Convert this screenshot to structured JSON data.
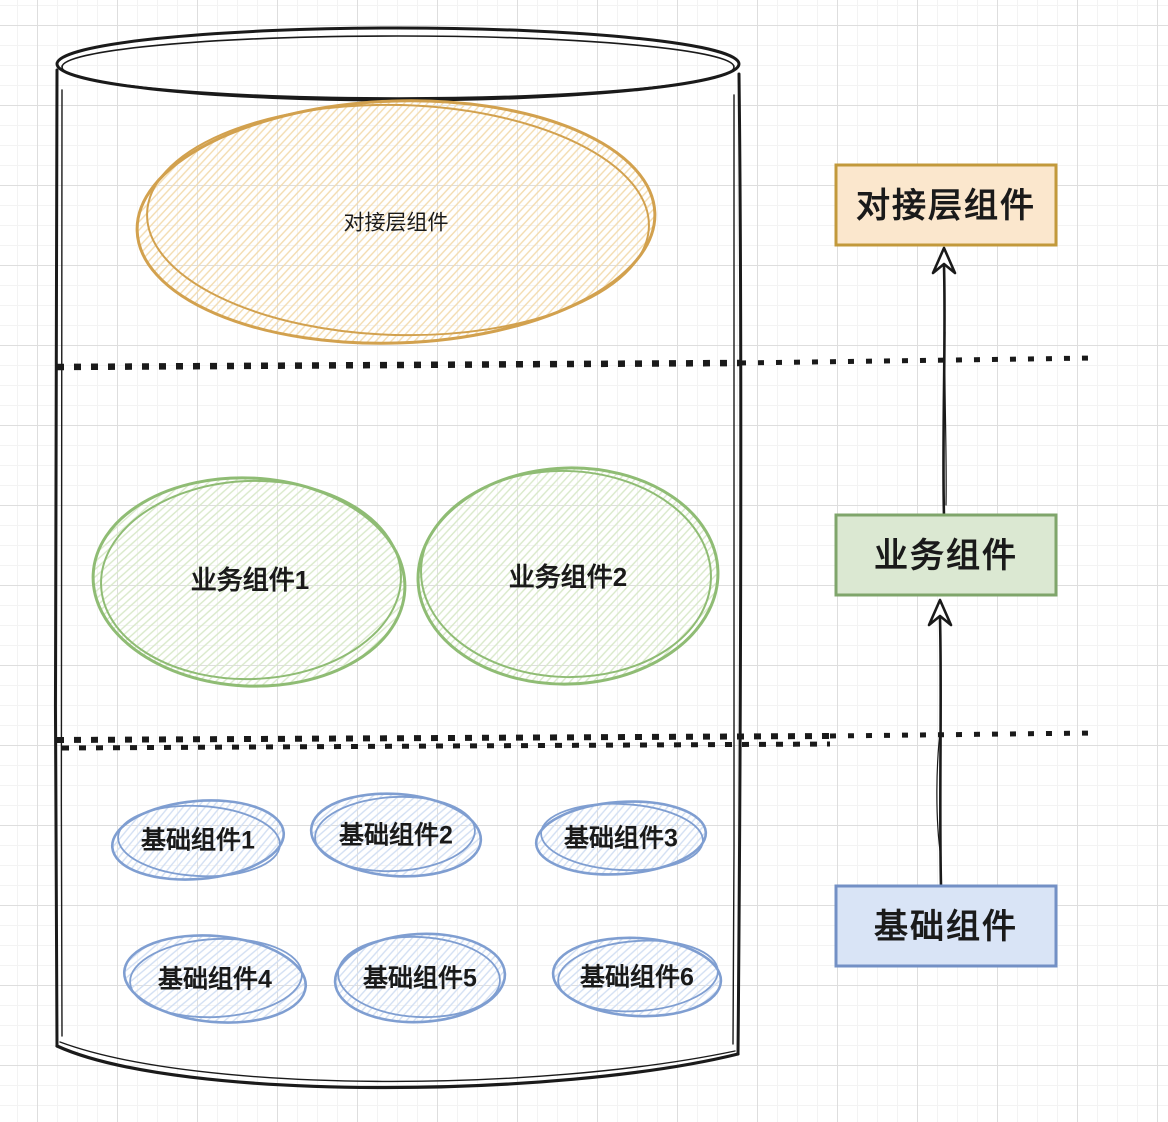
{
  "diagram": {
    "type": "hand-drawn layered architecture cylinder",
    "ink_color": "#1a1a1a",
    "separator_style": "dotted"
  },
  "cylinder": {
    "docking": {
      "label": "对接层组件",
      "stroke": "#D2A14E",
      "hatch": "#F3DCB0"
    },
    "business": {
      "stroke": "#8FBC74",
      "hatch": "#D9E9CA",
      "items": [
        {
          "label": "业务组件1"
        },
        {
          "label": "业务组件2"
        }
      ]
    },
    "base": {
      "stroke": "#7F9ED1",
      "hatch": "#D2DFF3",
      "items": [
        {
          "label": "基础组件1"
        },
        {
          "label": "基础组件2"
        },
        {
          "label": "基础组件3"
        },
        {
          "label": "基础组件4"
        },
        {
          "label": "基础组件5"
        },
        {
          "label": "基础组件6"
        }
      ]
    }
  },
  "legend": {
    "docking": {
      "label": "对接层组件",
      "fill": "#FBE7CD",
      "stroke": "#C2993B"
    },
    "business": {
      "label": "业务组件",
      "fill": "#DBE8D2",
      "stroke": "#7FA56B"
    },
    "base": {
      "label": "基础组件",
      "fill": "#D9E4F6",
      "stroke": "#7390C5"
    },
    "arrow_color": "#1A1A1A"
  }
}
